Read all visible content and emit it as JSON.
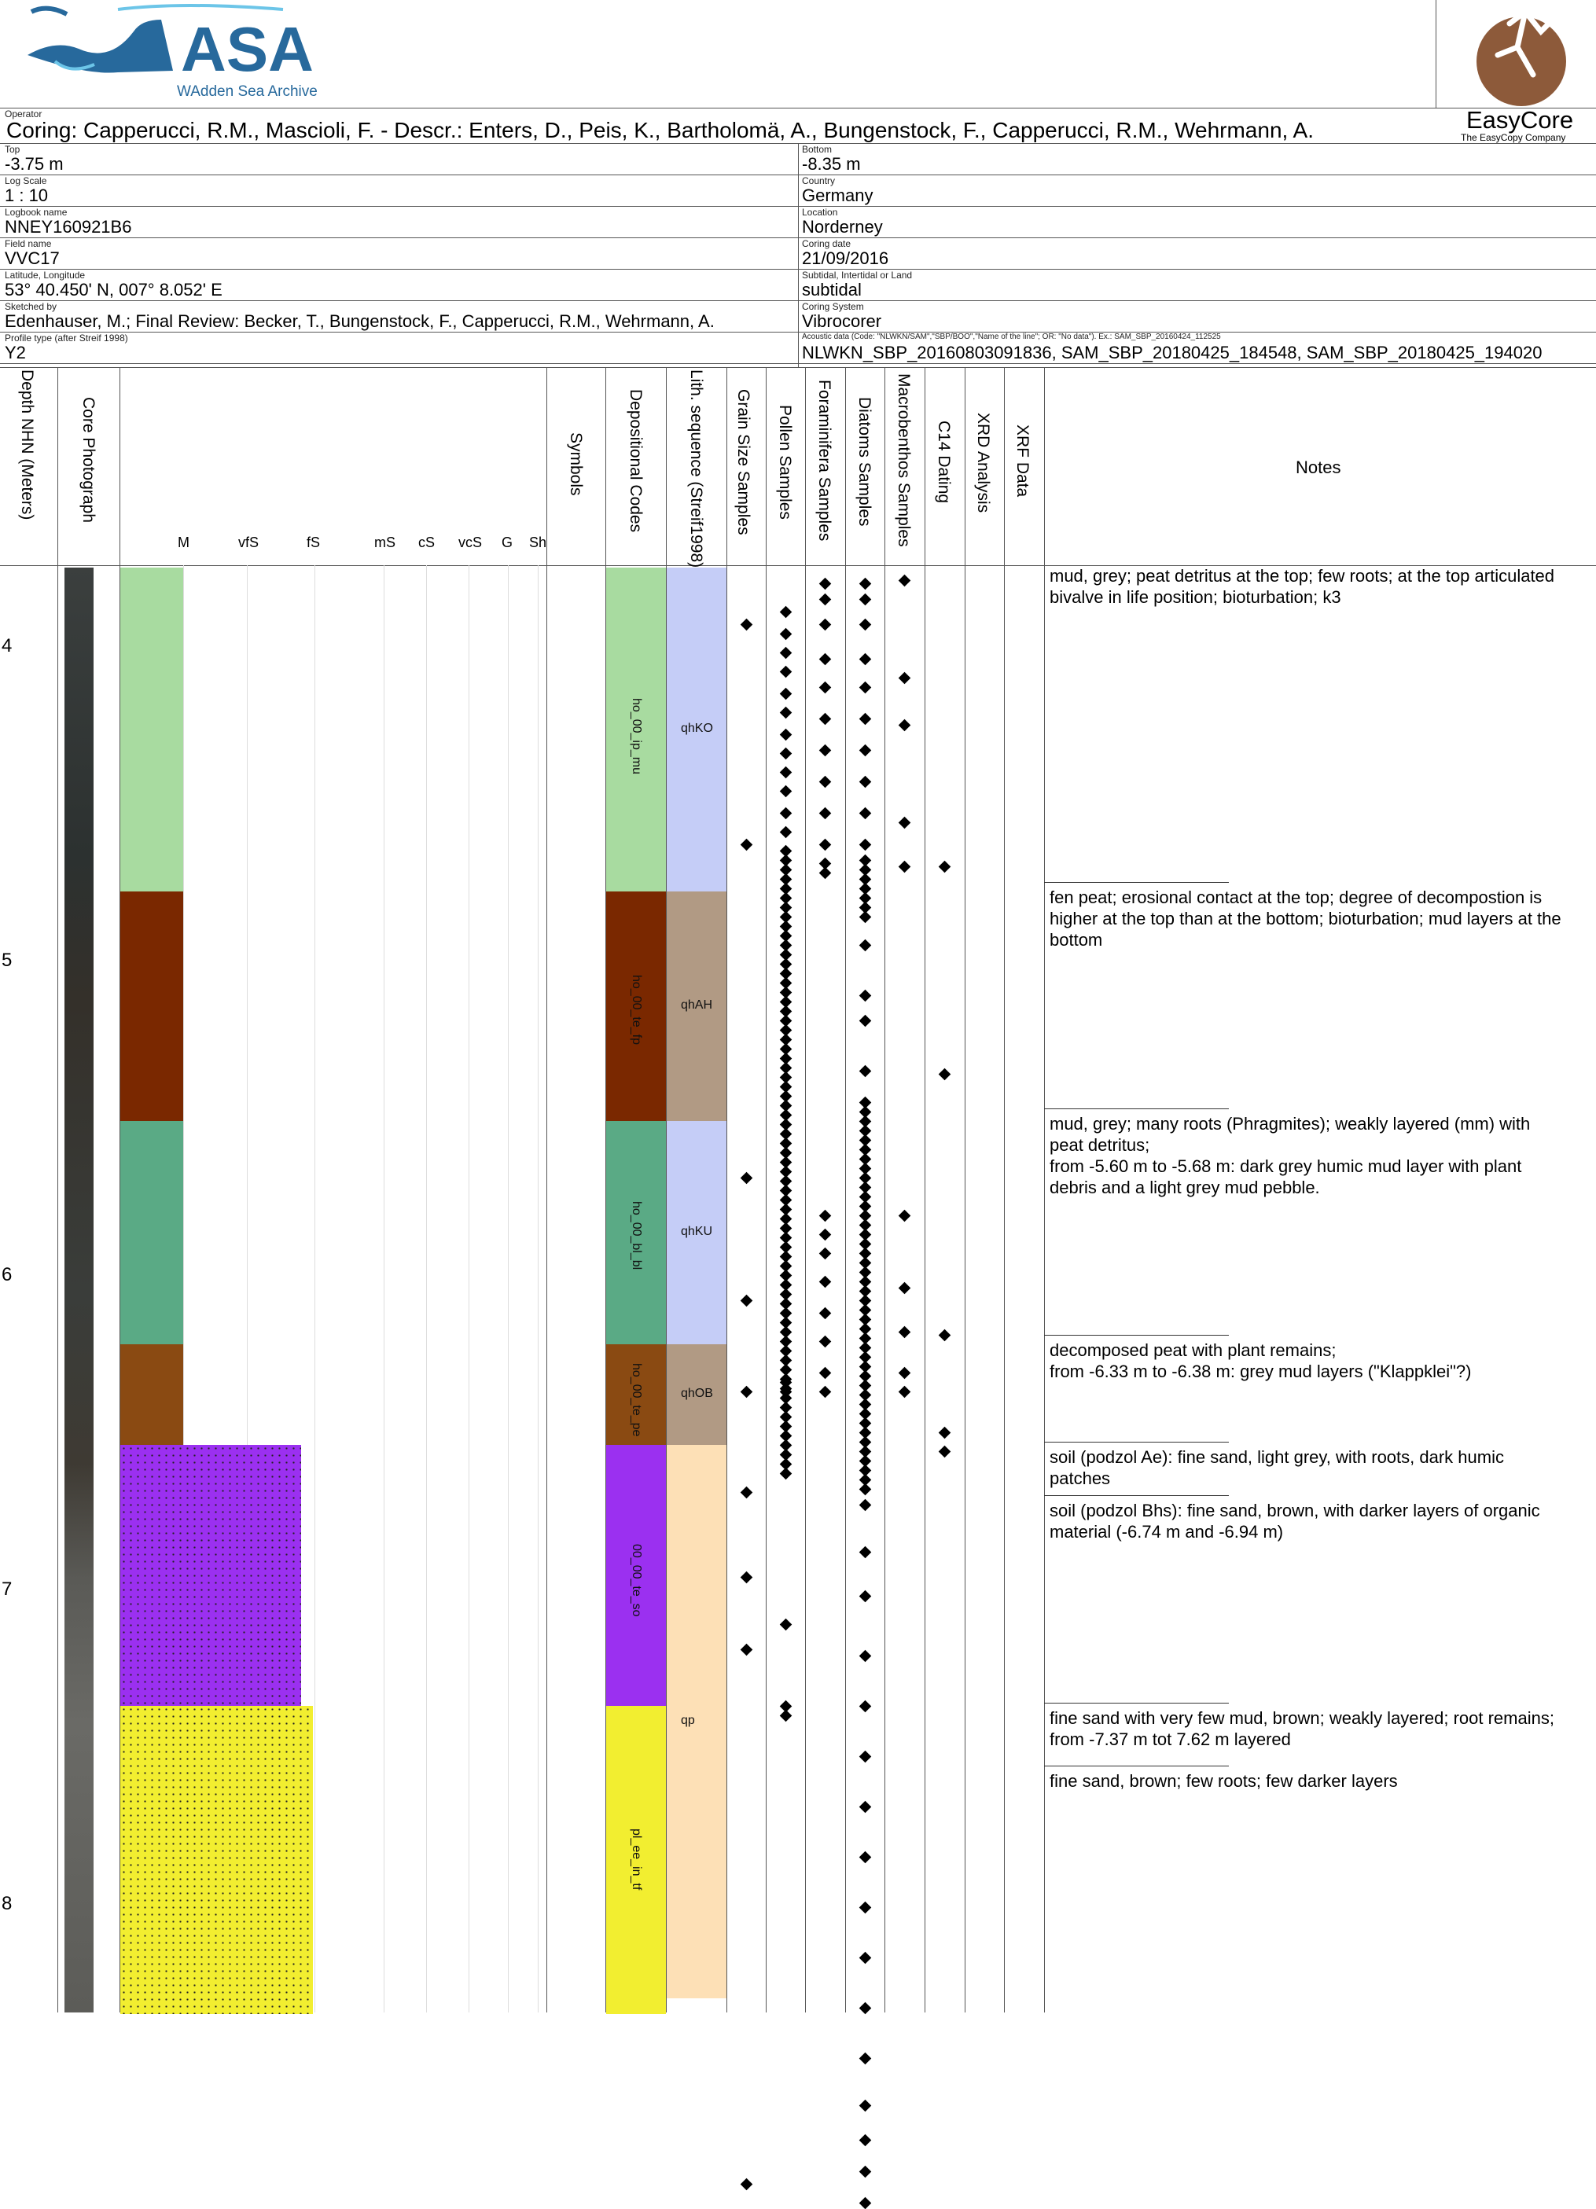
{
  "header": {
    "logo_text": "WAdden Sea Archive",
    "company_name": "EasyCore",
    "company_tagline": "The EasyCopy Company",
    "operator_label": "Operator",
    "operator_value": "Coring: Capperucci, R.M., Mascioli, F. - Descr.: Enters, D., Peis, K., Bartholomä, A., Bungenstock, F., Capperucci, R.M., Wehrmann, A.",
    "fields_left": [
      {
        "label": "Top",
        "value": "-3.75 m"
      },
      {
        "label": "Log Scale",
        "value": "1 : 10"
      },
      {
        "label": "Logbook name",
        "value": "NNEY160921B6"
      },
      {
        "label": "Field name",
        "value": "VVC17"
      },
      {
        "label": "Latitude, Longitude",
        "value": "53° 40.450' N, 007° 8.052' E"
      },
      {
        "label": "Sketched by",
        "value": "Edenhauser, M.; Final Review: Becker, T., Bungenstock, F., Capperucci, R.M., Wehrmann, A."
      },
      {
        "label": "Profile type (after Streif 1998)",
        "value": "Y2"
      }
    ],
    "fields_right": [
      {
        "label": "Bottom",
        "value": "-8.35 m"
      },
      {
        "label": "Country",
        "value": "Germany"
      },
      {
        "label": "Location",
        "value": "Norderney"
      },
      {
        "label": "Coring date",
        "value": "21/09/2016"
      },
      {
        "label": "Subtidal, Intertidal or Land",
        "value": "subtidal"
      },
      {
        "label": "Coring System",
        "value": "Vibrocorer"
      },
      {
        "label": "Acoustic data (Code: \"NLWKN/SAM\",\"SBP/BOO\",\"Name of the line\"; OR: \"No data\"). Ex.: SAM_SBP_20160424_112525",
        "value": "NLWKN_SBP_20160803091836, SAM_SBP_20180425_184548, SAM_SBP_20180425_194020"
      }
    ]
  },
  "columns": {
    "depth": "Depth NHN (Meters)",
    "core_photo": "Core Photograph",
    "symbols": "Symbols",
    "depositional_codes": "Depositional Codes",
    "lith_sequence": "Lith. sequence (Streif1998)",
    "grain_size": "Grain Size Samples",
    "pollen": "Pollen Samples",
    "foraminifera": "Foraminifera Samples",
    "diatoms": "Diatoms Samples",
    "macrobenthos": "Macrobenthos Samples",
    "c14": "C14 Dating",
    "xrd": "XRD Analysis",
    "xrf": "XRF Data",
    "notes": "Notes",
    "grain_classes": [
      "M",
      "vfS",
      "fS",
      "mS",
      "cS",
      "vcS",
      "G",
      "Sh"
    ]
  },
  "depth_ticks": [
    "4",
    "5",
    "6",
    "7",
    "8"
  ],
  "units": [
    {
      "code": "ho_00_ip_mu",
      "lith": "qhKO",
      "color": "#a8dba0",
      "lithColor": "#c5cdf7"
    },
    {
      "code": "ho_00_te_fp",
      "lith": "qhAH",
      "color": "#7a2800",
      "lithColor": "#b19a84"
    },
    {
      "code": "ho_00_bl_bl",
      "lith": "qhKU",
      "color": "#5aaa85",
      "lithColor": "#c5cdf7"
    },
    {
      "code": "ho_00_te_pe",
      "lith": "qhOB",
      "color": "#8a4a12",
      "lithColor": "#b19a84"
    },
    {
      "code": "00_00_te_so",
      "lith": "qp",
      "color": "#9b30f0",
      "lithColor": "#fde0b6"
    },
    {
      "code": "pl_ee_in_tf",
      "lith": "",
      "color": "#f2ee30",
      "lithColor": "#fde0b6"
    }
  ],
  "notes": [
    {
      "lines": [
        "mud, grey; peat detritus at the top; few roots; at the top articulated",
        "bivalve in life position; bioturbation; k3"
      ]
    },
    {
      "lines": [
        "fen peat; erosional contact at the top; degree of decompostion is",
        "higher at the top than at the bottom; bioturbation; mud layers at the",
        "bottom"
      ]
    },
    {
      "lines": [
        "mud, grey; many roots (Phragmites); weakly layered (mm) with",
        "peat detritus;",
        "from -5.60 m to -5.68 m: dark grey humic mud layer with plant",
        "debris and a light grey mud pebble."
      ]
    },
    {
      "lines": [
        "decomposed peat with plant remains;",
        "from -6.33 m to -6.38 m: grey mud layers (\"Klappklei\"?)"
      ]
    },
    {
      "lines": [
        "soil (podzol Ae): fine sand, light grey, with roots, dark humic",
        "patches"
      ]
    },
    {
      "lines": [
        "soil (podzol Bhs): fine sand, brown, with darker layers of organic",
        "material (-6.74 m  and -6.94 m)"
      ]
    },
    {
      "lines": [
        "fine sand with very few mud, brown; weakly layered; root remains;",
        "from -7.37 m tot 7.62 m layered"
      ]
    },
    {
      "lines": [
        "fine sand, brown; few roots; few darker layers"
      ]
    }
  ],
  "samples": {
    "grain_size": [
      3.93,
      4.63,
      5.69,
      6.08,
      6.37,
      6.69,
      6.96,
      7.19,
      8.89
    ],
    "pollen": [
      3.89,
      3.96,
      4.02,
      4.08,
      4.15,
      4.21,
      4.28,
      4.34,
      4.4,
      4.46,
      4.53,
      4.59,
      4.65,
      4.68,
      4.71,
      4.74,
      4.77,
      4.8,
      4.83,
      4.86,
      4.89,
      4.92,
      4.95,
      4.98,
      5.01,
      5.04,
      5.07,
      5.1,
      5.13,
      5.16,
      5.19,
      5.22,
      5.25,
      5.28,
      5.31,
      5.34,
      5.37,
      5.4,
      5.43,
      5.46,
      5.49,
      5.52,
      5.55,
      5.58,
      5.61,
      5.64,
      5.67,
      5.7,
      5.73,
      5.76,
      5.79,
      5.82,
      5.85,
      5.88,
      5.91,
      5.94,
      5.97,
      6.0,
      6.03,
      6.06,
      6.09,
      6.12,
      6.15,
      6.18,
      6.21,
      6.24,
      6.27,
      6.3,
      6.33,
      6.34,
      6.36,
      6.37,
      6.39,
      6.42,
      6.45,
      6.48,
      6.51,
      6.54,
      6.57,
      6.6,
      6.63,
      7.11,
      7.37,
      7.4
    ],
    "foraminifera": [
      3.8,
      3.85,
      3.93,
      4.04,
      4.13,
      4.23,
      4.33,
      4.43,
      4.53,
      4.63,
      4.69,
      4.72,
      5.81,
      5.87,
      5.93,
      6.02,
      6.12,
      6.21,
      6.31,
      6.37
    ],
    "diatoms": [
      3.8,
      3.85,
      3.93,
      4.04,
      4.13,
      4.23,
      4.33,
      4.43,
      4.53,
      4.63,
      4.68,
      4.71,
      4.74,
      4.77,
      4.8,
      4.83,
      4.86,
      4.95,
      5.11,
      5.19,
      5.35,
      5.45,
      5.48,
      5.51,
      5.54,
      5.57,
      5.6,
      5.63,
      5.66,
      5.69,
      5.72,
      5.75,
      5.78,
      5.81,
      5.84,
      5.87,
      5.9,
      5.93,
      5.96,
      5.99,
      6.02,
      6.05,
      6.08,
      6.11,
      6.14,
      6.17,
      6.2,
      6.23,
      6.26,
      6.29,
      6.32,
      6.35,
      6.38,
      6.41,
      6.44,
      6.47,
      6.5,
      6.53,
      6.56,
      6.59,
      6.62,
      6.65,
      6.68,
      6.73,
      6.88,
      7.02,
      7.21,
      7.37,
      7.53,
      7.69,
      7.85,
      8.01,
      8.17,
      8.33,
      8.49,
      8.64,
      8.75,
      8.85,
      8.95
    ],
    "macrobenthos": [
      3.79,
      4.1,
      4.25,
      4.56,
      4.7,
      5.81,
      6.04,
      6.18,
      6.31,
      6.37
    ],
    "c14": [
      4.7,
      5.36,
      6.19,
      6.5,
      6.56
    ]
  }
}
